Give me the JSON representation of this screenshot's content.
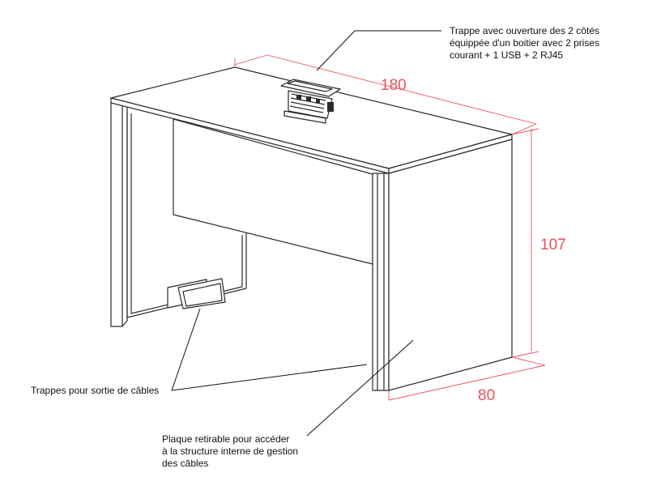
{
  "colors": {
    "dimension": "#e8515e",
    "line": "#2a2a2a",
    "text": "#111111"
  },
  "dimensions": {
    "length": "180",
    "height": "107",
    "depth": "80"
  },
  "labels": {
    "trappe_top": [
      "Trappe avec ouverture des 2 côtés",
      "équippée d'un boitier avec 2 prises",
      "courant + 1 USB + 2 RJ45"
    ],
    "trappes_cables": "Trappes pour sortie de câbles",
    "plaque": [
      "Plaque retirable pour accéder",
      "à la structure interne de gestion",
      "des câbles"
    ]
  }
}
